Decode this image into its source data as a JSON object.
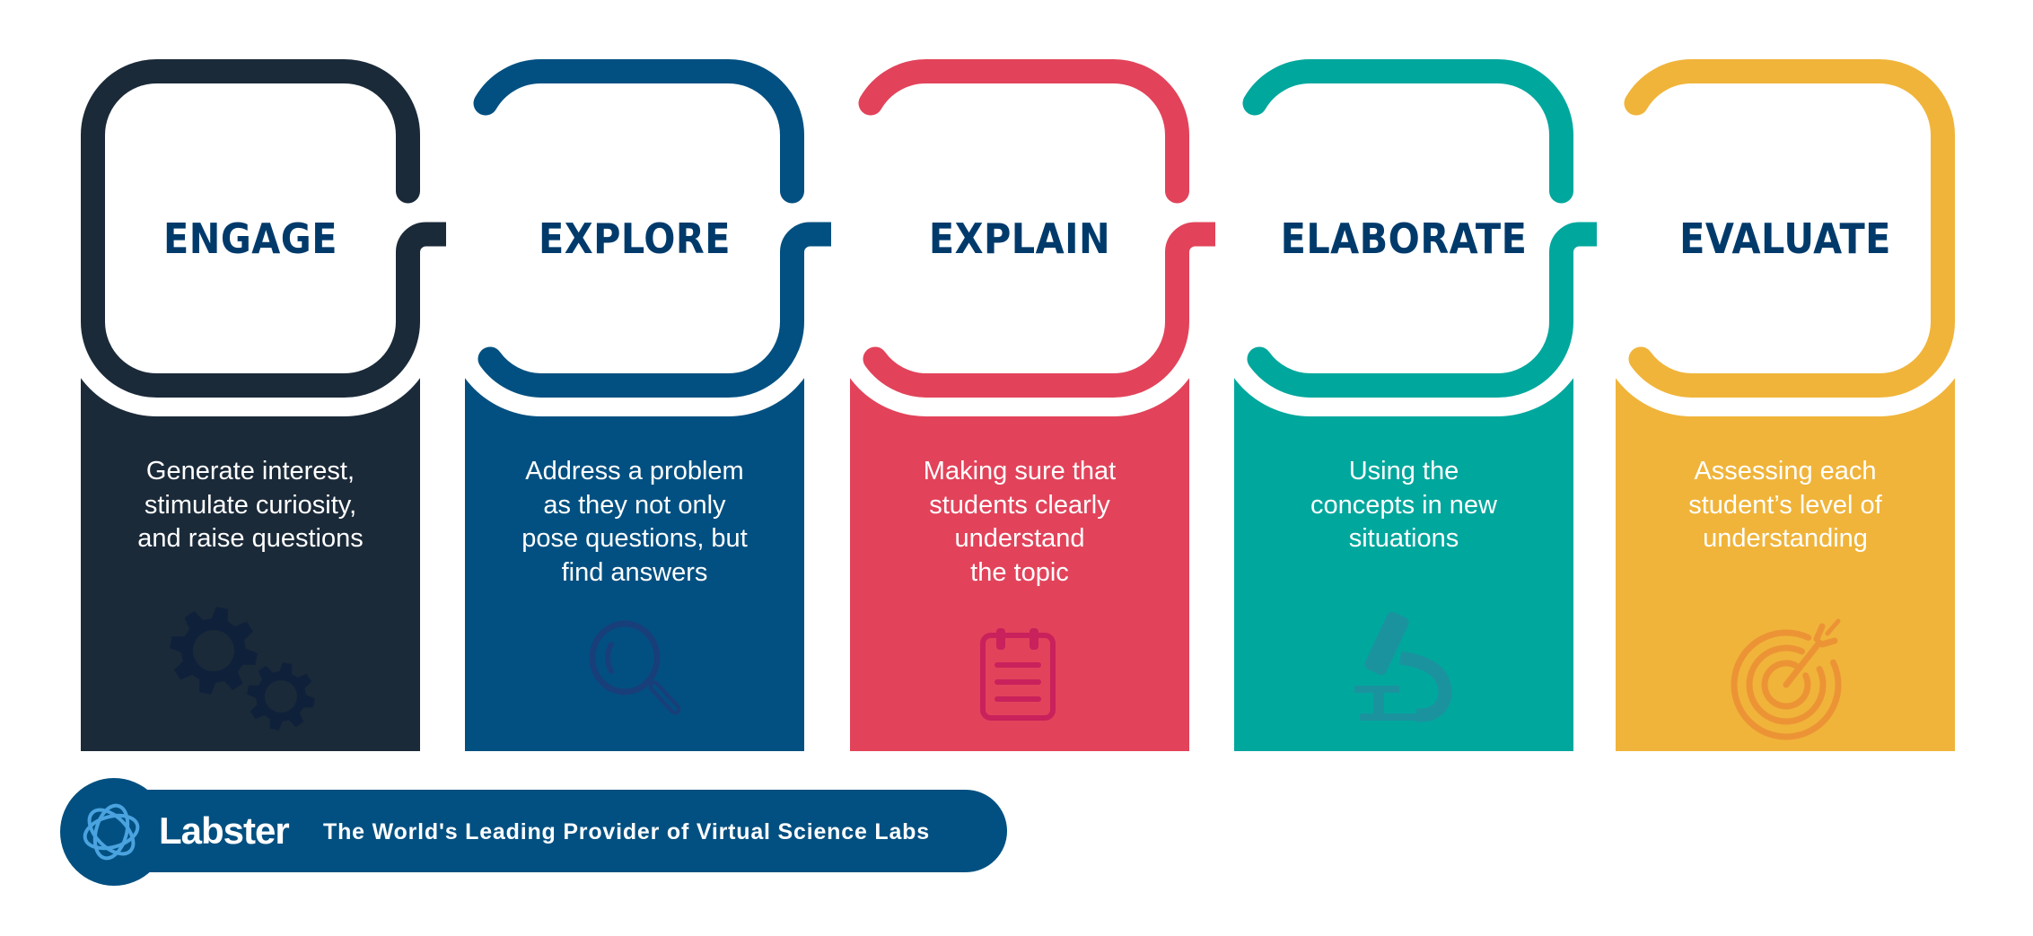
{
  "diagram": {
    "type": "5E instructional model process flow",
    "stages": [
      {
        "title": "ENGAGE",
        "description_lines": [
          "Generate interest,",
          "stimulate curiosity,",
          "and raise questions"
        ],
        "icon": "gears-icon",
        "color": "#1b2a39",
        "icon_color": "#0f213a"
      },
      {
        "title": "EXPLORE",
        "description_lines": [
          "Address a problem",
          "as they not only",
          "pose questions, but",
          "find answers"
        ],
        "icon": "magnifier-icon",
        "color": "#025081",
        "icon_color": "#183f7a"
      },
      {
        "title": "EXPLAIN",
        "description_lines": [
          "Making sure that",
          "students clearly",
          "understand",
          "the topic"
        ],
        "icon": "notepad-icon",
        "color": "#e2435a",
        "icon_color": "#c9215c"
      },
      {
        "title": "ELABORATE",
        "description_lines": [
          "Using the",
          "concepts in new",
          "situations"
        ],
        "icon": "microscope-icon",
        "color": "#00a79d",
        "icon_color": "#1b939f"
      },
      {
        "title": "EVALUATE",
        "description_lines": [
          "Assessing each",
          "student’s level of",
          "understanding"
        ],
        "icon": "target-icon",
        "color": "#f0b43a",
        "icon_color": "#ec9435"
      }
    ],
    "title_color": "#003a6b"
  },
  "footer": {
    "brand": "Labster",
    "tagline": "The World's Leading Provider of Virtual Science Labs",
    "bar_color": "#025081",
    "logo_color": "#4aa3df",
    "logo_icon": "atom-orbit-icon"
  }
}
